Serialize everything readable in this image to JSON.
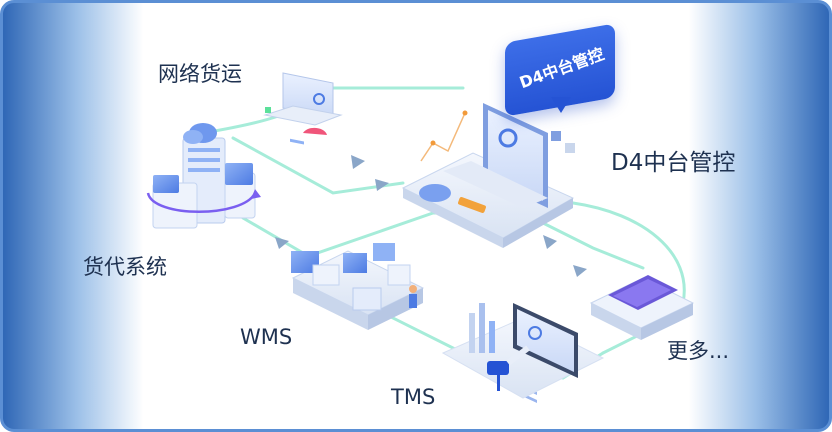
{
  "labels": {
    "freight": "网络货运",
    "forwarding": "货代系统",
    "wms": "WMS",
    "tms": "TMS",
    "more": "更多...",
    "d4_control": "D4中台管控"
  },
  "bubble": {
    "text": "D4中台管控"
  },
  "colors": {
    "frame_border": "#5b8fd4",
    "flow_line": "#9ee6d6",
    "accent_blue": "#2553d4",
    "text": "#1e3150"
  }
}
